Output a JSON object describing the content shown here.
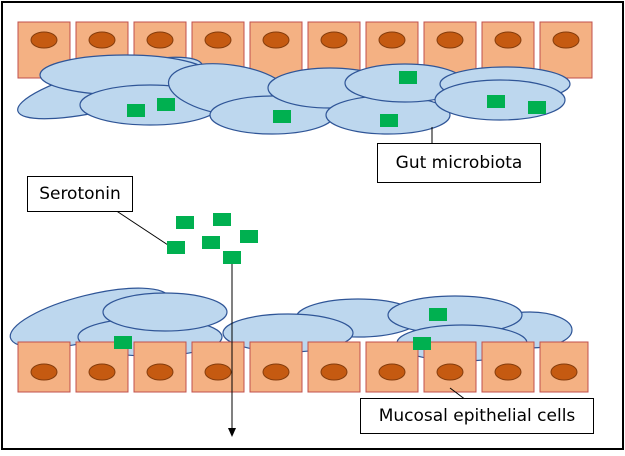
{
  "labels": {
    "microbiota": "Gut microbiota",
    "serotonin": "Serotonin",
    "epithelial": "Mucosal epithelial cells"
  },
  "colors": {
    "cell_fill": "#f4b183",
    "cell_stroke": "#c0504d",
    "nucleus_fill": "#c55a11",
    "nucleus_stroke": "#843c0c",
    "bacteria_fill": "#bdd7ee",
    "bacteria_stroke": "#2f5597",
    "serotonin_fill": "#00b050",
    "frame": "#000000"
  }
}
